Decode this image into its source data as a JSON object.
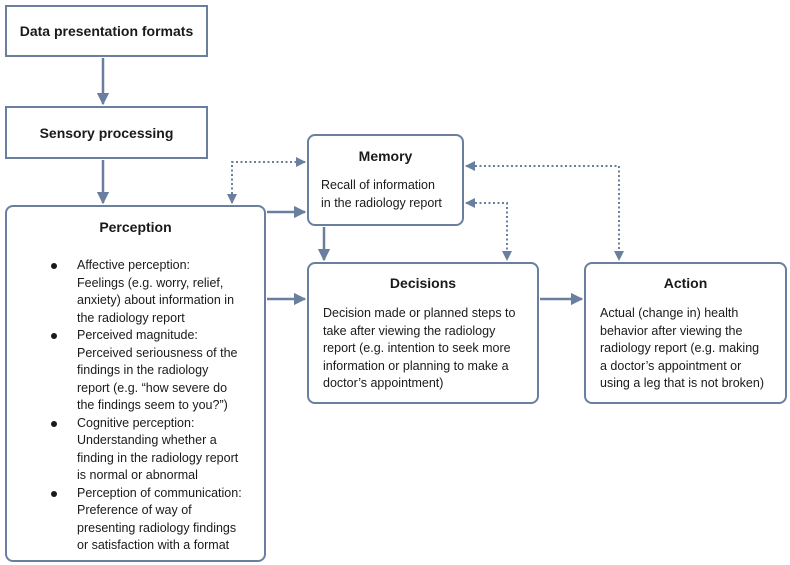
{
  "boxes": {
    "data_presentation": {
      "title": "Data presentation formats"
    },
    "sensory": {
      "title": "Sensory processing"
    },
    "memory": {
      "title": "Memory",
      "lines": [
        "Recall of information",
        "in the radiology report"
      ]
    },
    "perception": {
      "title": "Perception",
      "items": [
        {
          "lines": [
            "Affective perception:",
            "Feelings (e.g. worry, relief,",
            "anxiety) about information in",
            "the radiology report"
          ]
        },
        {
          "lines": [
            "Perceived magnitude:",
            "Perceived seriousness of the",
            "findings in the radiology",
            "report (e.g. “how severe do",
            "the findings seem to you?”)"
          ]
        },
        {
          "lines": [
            "Cognitive perception:",
            "Understanding whether a",
            "finding in the radiology report",
            "is normal or abnormal"
          ]
        },
        {
          "lines": [
            "Perception of communication:",
            "Preference of way of",
            "presenting radiology findings",
            "or satisfaction with a format"
          ]
        }
      ]
    },
    "decisions": {
      "title": "Decisions",
      "lines": [
        "Decision made or planned steps to",
        "take after viewing the radiology",
        "report (e.g. intention to seek more",
        "information or planning to make a",
        "doctor’s appointment)"
      ]
    },
    "action": {
      "title": "Action",
      "lines": [
        "Actual (change in) health",
        "behavior after viewing the",
        "radiology report (e.g. making",
        "a doctor’s appointment or",
        "using a leg that is not broken)"
      ]
    }
  },
  "colors": {
    "border": "#6a7f9f",
    "arrow": "#6a7f9f",
    "text": "#1a1a1a"
  }
}
